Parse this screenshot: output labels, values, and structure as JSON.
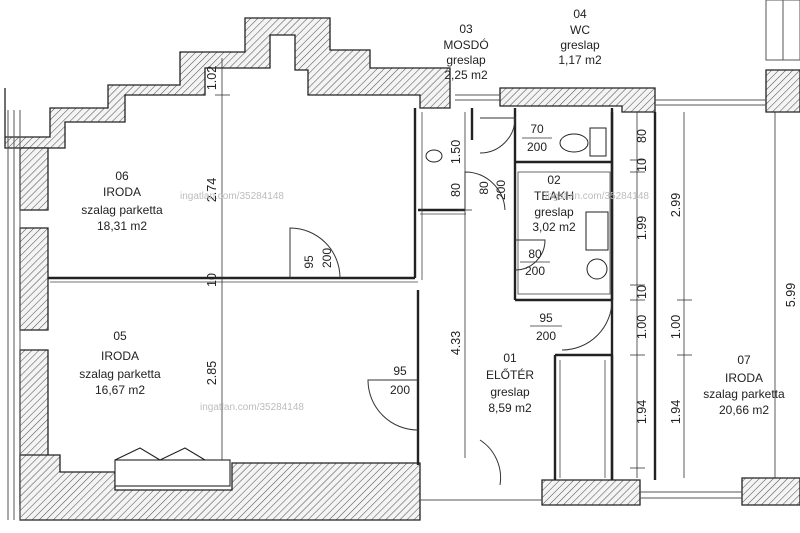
{
  "rooms": [
    {
      "id": "r06",
      "number": "06",
      "name": "IRODA",
      "floor": "szalag parketta",
      "area": "18,31 m2"
    },
    {
      "id": "r05",
      "number": "05",
      "name": "IRODA",
      "floor": "szalag parketta",
      "area": "16,67 m2"
    },
    {
      "id": "r03",
      "number": "03",
      "name": "MOSDÓ",
      "floor": "greslap",
      "area": "2,25 m2"
    },
    {
      "id": "r04",
      "number": "04",
      "name": "WC",
      "floor": "greslap",
      "area": "1,17 m2"
    },
    {
      "id": "r02",
      "number": "02",
      "name": "TEAKH",
      "floor": "greslap",
      "area": "3,02 m2"
    },
    {
      "id": "r01",
      "number": "01",
      "name": "ELŐTÉR",
      "floor": "greslap",
      "area": "8,59 m2"
    },
    {
      "id": "r07",
      "number": "07",
      "name": "IRODA",
      "floor": "szalag parketta",
      "area": "20,66 m2"
    }
  ],
  "dimensions": {
    "d_1_02": "1.02",
    "d_2_74": "2.74",
    "d_10": "10",
    "d_2_85": "2.85",
    "d_1_50": "1.50",
    "d_80a": "80",
    "d_4_33": "4.33",
    "d_10r": "10",
    "d_80r": "80",
    "d_1_99": "1.99",
    "d_2_99": "2.99",
    "d_10r2": "10",
    "d_1_00a": "1.00",
    "d_1_00b": "1.00",
    "d_1_94a": "1.94",
    "d_1_94b": "1.94",
    "d_5_99": "5.99"
  },
  "doors": {
    "wc": {
      "w": "70",
      "h": "200"
    },
    "ante": {
      "w": "80",
      "h": "200"
    },
    "teak": {
      "w": "80",
      "h": "200"
    },
    "iroda06": {
      "w": "95",
      "h": "200"
    },
    "iroda05": {
      "w": "95",
      "h": "200"
    },
    "entry": {
      "w": "95",
      "h": "200"
    }
  },
  "watermark": "ingatlan.com/35284148"
}
